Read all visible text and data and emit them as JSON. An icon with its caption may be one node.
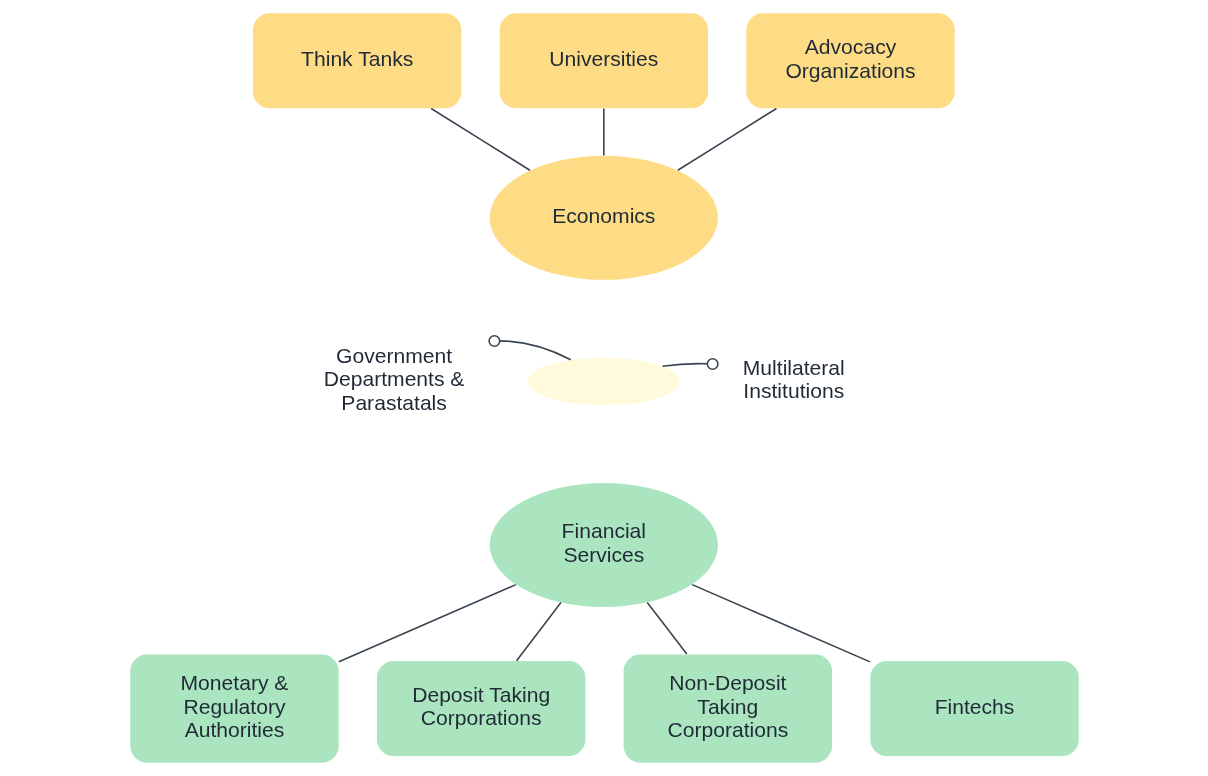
{
  "diagram": {
    "nodes": [
      {
        "text": [
          "Think Tanks"
        ]
      },
      {
        "text": [
          "Universities"
        ]
      },
      {
        "text": [
          "Advocacy Organizations"
        ]
      },
      {
        "text": [
          "Economics"
        ]
      },
      {
        "text": [
          "Government Departments & Parastatals"
        ]
      },
      {
        "text": [],
        "shape": "ellipse"
      },
      {
        "text": [
          "Multilateral Institutions"
        ]
      },
      {
        "text": [
          "Financial Services"
        ]
      },
      {
        "text": [
          "Monetary & Regulatory Authorities"
        ]
      },
      {
        "text": [
          "Deposit Taking Corporations"
        ]
      },
      {
        "text": [
          "Non-Deposit Taking Corporations"
        ]
      },
      {
        "text": [
          "Fintechs"
        ]
      }
    ],
    "edges": [
      {
        "from": 0,
        "to": 3,
        "arrow": "none"
      },
      {
        "from": 1,
        "to": 3,
        "arrow": "none"
      },
      {
        "from": 2,
        "to": 3,
        "arrow": "none"
      },
      {
        "from": 4,
        "to": 5,
        "arrow": "other"
      },
      {
        "from": 6,
        "to": 5,
        "arrow": "other"
      },
      {
        "from": 7,
        "to": 8,
        "arrow": "none"
      },
      {
        "from": 7,
        "to": 9,
        "arrow": "none"
      },
      {
        "from": 7,
        "to": 10,
        "arrow": "none"
      },
      {
        "from": 7,
        "to": 11,
        "arrow": "none"
      }
    ]
  }
}
